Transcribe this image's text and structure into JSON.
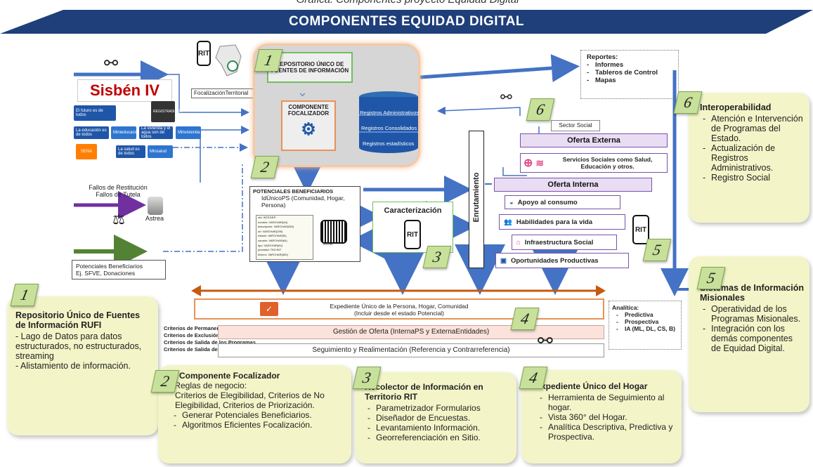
{
  "header": {
    "caption": "Gráfica: Componentes proyecto Equidad Digital",
    "title": "COMPONENTES EQUIDAD DIGITAL"
  },
  "sources": {
    "sisben": "Sisbén IV",
    "focalizacion_territorial": "FocalizaciónTerritorial",
    "fallos_line1": "Fallos de Restitución",
    "fallos_line2": "Fallos de Tutela",
    "astrea": "Astrea",
    "potenciales_line1": "Potenciales Beneficiarios",
    "potenciales_line2": "Ej. SFVE, Donaciones",
    "logos": [
      "El futuro es de todos",
      "REGISTRADURÍA",
      "La educación es de todos",
      "Minieducación",
      "La vivienda y el agua son de todos",
      "Minvivienda",
      "La salud es de todos",
      "Minsalud",
      "SENA"
    ]
  },
  "rit_label": "RIT",
  "core": {
    "repositorio": "REPOSITORIO ÚNICO DE FUENTES DE INFORMACIÓN",
    "focalizador": "COMPONENTE FOCALIZADOR",
    "db_items": [
      "Registros Administrativos",
      "Registros Consolidados",
      "Registros estadísticos"
    ]
  },
  "reportes": {
    "title": "Reportes:",
    "items": [
      "Informes",
      "Tableros de Control",
      "Mapas"
    ]
  },
  "potenciales_box": {
    "title": "POTENCIALES BENEFICIARIOS",
    "subtitle": "IdÚnicoPS (Comunidad, Hogar, Persona)",
    "fields": [
      "uid: INTEGER",
      "nombre: VARCHAR(64)",
      "descripcion: VARCHAR(255)",
      "url: VARCHAR(255)",
      "estado: VARCHAR(50)",
      "usuario: VARCHAR(64)",
      "tipo: VARCHAR(64)",
      "prioridad: TINYINT",
      "fichero: VARCHAR(500)"
    ],
    "barcode_number": "001295"
  },
  "caracterizacion": "Caracterización",
  "enrutamiento": "Enrutamiento",
  "ofertas": {
    "sector_social": "Sector Social",
    "externa": "Oferta Externa",
    "servicios": "Servicios Sociales como Salud, Educación y otros.",
    "interna": "Oferta Interna",
    "items": [
      "Apoyo al consumo",
      "Habilidades para la vida",
      "Infraestructura Social",
      "Oportunidades Productivas"
    ]
  },
  "bottom": {
    "expediente_line1": "Expediente Único de la Persona, Hogar, Comunidad",
    "expediente_line2": "(Incluir desde el estado Potencial)",
    "criterios": [
      "Criterios de Permanencia",
      "Criterios de Exclusión",
      "Criterios de Salida de los Programas",
      "Criterios de Salida de la Ruta"
    ],
    "gestion": "Gestión de Oferta (InternaPS y ExternaEntidades)",
    "seguimiento": "Seguimiento y Realimentación (Referencia y Contrarreferencia)",
    "analitica_title": "Analítica:",
    "analitica_items": [
      "Predictiva",
      "Prospectiva",
      "IA (ML, DL, CS, B)"
    ]
  },
  "numbers": [
    "1",
    "2",
    "3",
    "4",
    "5",
    "6"
  ],
  "notes": {
    "n1": {
      "title": "Repositorio Único de Fuentes de Información RUFI",
      "lines": [
        "- Lago de Datos para datos estructurados, no estructurados, streaming",
        "- Alistamiento de información."
      ]
    },
    "n2": {
      "title": "Componente Focalizador",
      "intro": "- Reglas  de negocio:",
      "body": "Criterios de Elegibilidad, Criterios de No Elegibilidad, Criterios de Priorización.",
      "items": [
        "Generar Potenciales Beneficiarios.",
        "Algoritmos Eficientes Focalización."
      ]
    },
    "n3": {
      "title": "Recolector de Información en Territorio RIT",
      "items": [
        "Parametrizador Formularios",
        "Diseñador de Encuestas.",
        " Levantamiento Información.",
        "Georreferenciación en Sitio."
      ]
    },
    "n4": {
      "title": "Expediente Único del Hogar",
      "items": [
        "Herramienta de Seguimiento al hogar.",
        "Vista 360° del Hogar.",
        "Analítica Descriptiva, Predictiva y Prospectiva."
      ]
    },
    "n5": {
      "title": "Sistemas de Información Misionales",
      "items": [
        "Operatividad de los Programas Misionales.",
        "Integración con los demás componentes de Equidad Digital."
      ]
    },
    "n6": {
      "title": "Interoperabilidad",
      "items": [
        "Atención e Intervención de Programas del Estado.",
        "Actualización de Registros Administrativos.",
        "Registro Social"
      ]
    }
  },
  "colors": {
    "header_bg": "#1f3f7a",
    "blue_arrow": "#4472c4",
    "green_arrow": "#548235",
    "purple_arrow": "#7030a0",
    "orange_arrow": "#c55a11",
    "note_bg": "#f3f5c8",
    "number_bg": "#c7e09a"
  }
}
